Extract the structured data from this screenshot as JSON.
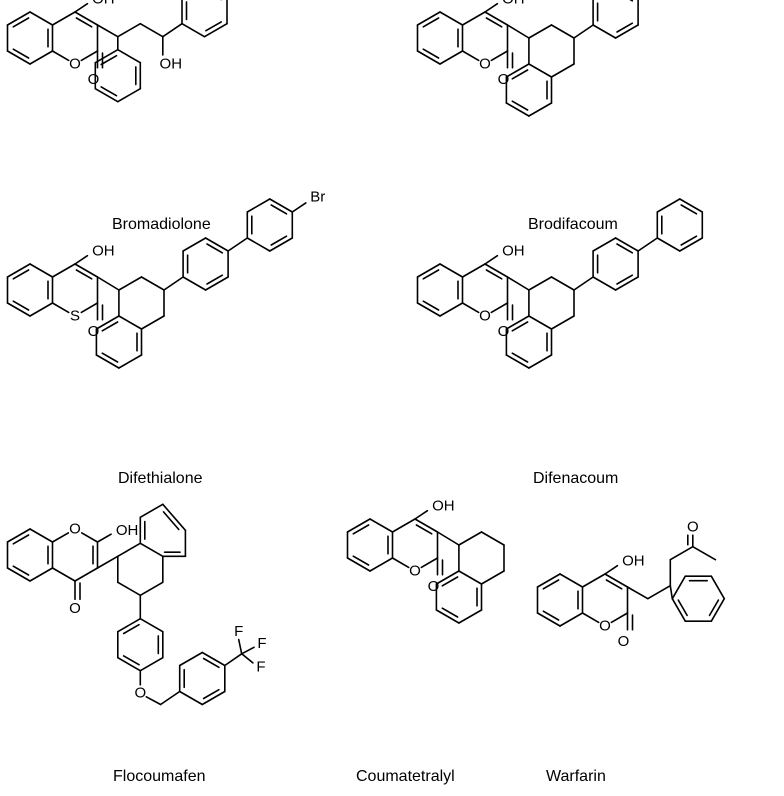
{
  "figure": {
    "compounds": [
      {
        "id": "bromadiolone",
        "name": "Bromadiolone"
      },
      {
        "id": "brodifacoum",
        "name": "Brodifacoum"
      },
      {
        "id": "difethialone",
        "name": "Difethialone"
      },
      {
        "id": "difenacoum",
        "name": "Difenacoum"
      },
      {
        "id": "flocoumafen",
        "name": "Flocoumafen"
      },
      {
        "id": "coumatetralyl",
        "name": "Coumatetralyl"
      },
      {
        "id": "warfarin",
        "name": "Warfarin"
      }
    ],
    "atoms": {
      "oxygen": "O",
      "sulfur": "S",
      "hydroxyl": "OH",
      "bromine": "Br",
      "fluorine": "F"
    }
  }
}
